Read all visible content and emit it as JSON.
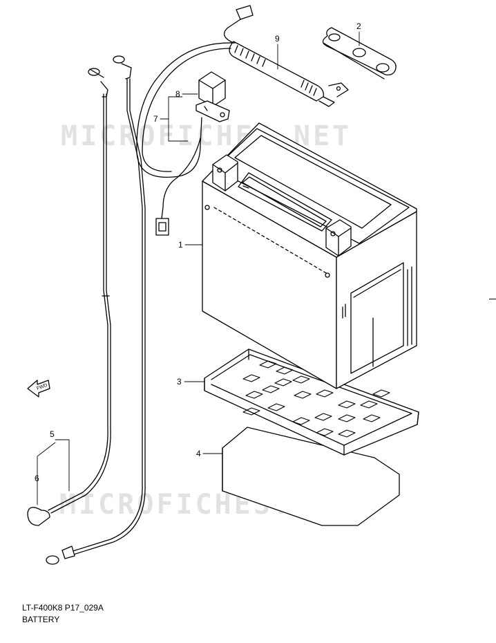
{
  "watermark": "MICROFICHES.NET",
  "callouts": {
    "c1": "1",
    "c2": "2",
    "c3": "3",
    "c4": "4",
    "c5": "5",
    "c6": "6",
    "c7": "7",
    "c8": "8",
    "c9": "9"
  },
  "fwd_label": "FWD",
  "footer": {
    "ref_code": "LT-F400K8 P17_029A",
    "caption": "BATTERY"
  }
}
